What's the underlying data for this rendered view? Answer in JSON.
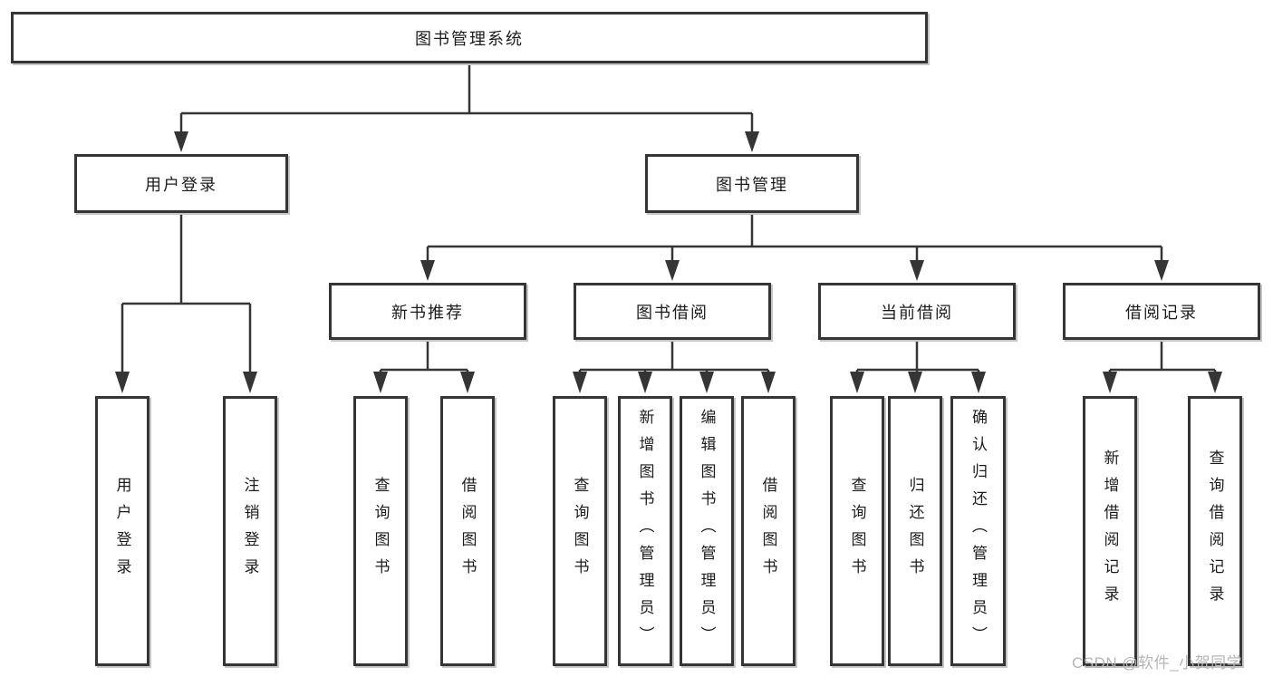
{
  "diagram": {
    "type": "hierarchy-diagram",
    "line_color": "#353535",
    "text_color": "#1c1c1c",
    "watermark_color": "#b5b5b5",
    "background_color": "#ffffff"
  },
  "tree": {
    "root": {
      "label": "图书管理系统"
    },
    "children": [
      {
        "label": "用户登录",
        "children": [
          {
            "label": "用户登录"
          },
          {
            "label": "注销登录"
          }
        ]
      },
      {
        "label": "图书管理",
        "children": [
          {
            "label": "新书推荐",
            "children": [
              {
                "label": "查询图书"
              },
              {
                "label": "借阅图书"
              }
            ]
          },
          {
            "label": "图书借阅",
            "children": [
              {
                "label": "查询图书"
              },
              {
                "label": "新增图书（管理员）"
              },
              {
                "label": "编辑图书（管理员）"
              },
              {
                "label": "借阅图书"
              }
            ]
          },
          {
            "label": "当前借阅",
            "children": [
              {
                "label": "查询图书"
              },
              {
                "label": "归还图书"
              },
              {
                "label": "确认归还（管理员）"
              }
            ]
          },
          {
            "label": "借阅记录",
            "children": [
              {
                "label": "新增借阅记录"
              },
              {
                "label": "查询借阅记录"
              }
            ]
          }
        ]
      }
    ]
  },
  "watermark": "CSDN @软件_小贺同学"
}
